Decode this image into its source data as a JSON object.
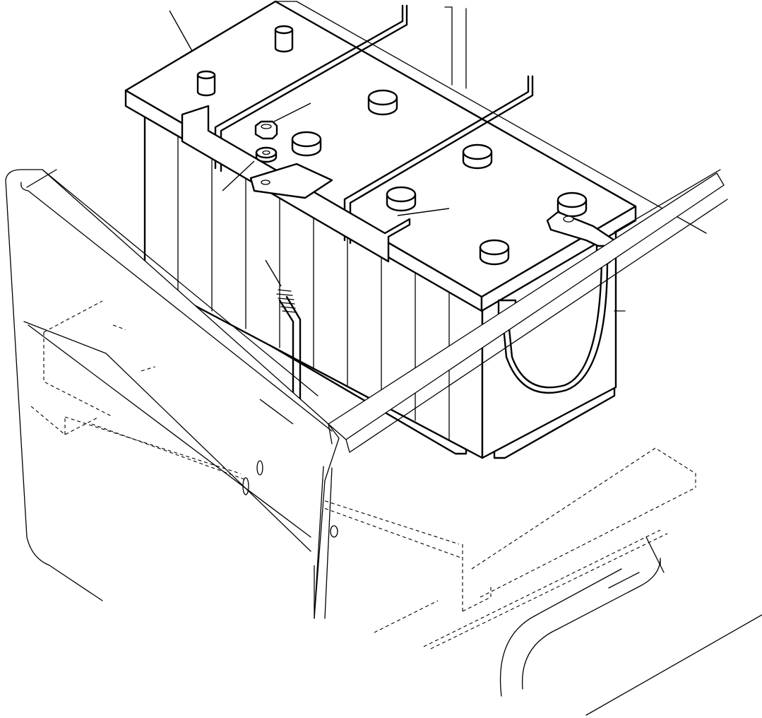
{
  "figure": {
    "parts": [
      {
        "name": "battery"
      },
      {
        "name": "hold-down-frame"
      },
      {
        "name": "hex-nut"
      },
      {
        "name": "washer"
      },
      {
        "name": "hold-down-clamp"
      },
      {
        "name": "j-bolt"
      },
      {
        "name": "battery-cable"
      },
      {
        "name": "battery-tray"
      }
    ]
  }
}
